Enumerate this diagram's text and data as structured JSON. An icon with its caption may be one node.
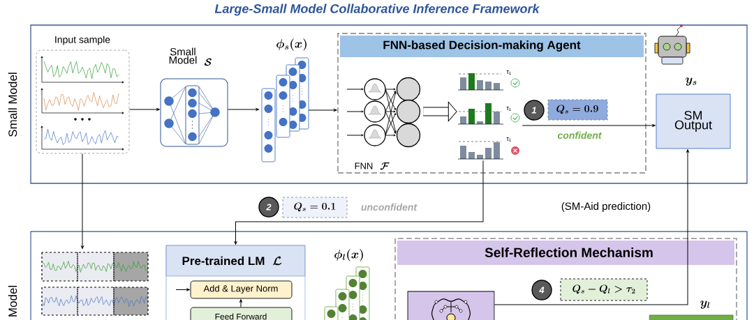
{
  "diagram": {
    "title": "Large-Small Model Collaborative Inference Framework",
    "nodes": [
      {
        "text": [
          "Small Model"
        ]
      },
      {
        "text": [
          "Input sample"
        ],
        "in": 0
      },
      {
        "text": [
          "Small Model",
          "\\boldsymbol{\\mathcal{S}}"
        ],
        "in": 0
      },
      {
        "text": [
          "\\boldsymbol{\\phi_s(x)}"
        ],
        "in": 0
      },
      {
        "text": [
          "FNN-based Decision-making Agent"
        ],
        "in": 0
      },
      {
        "text": [
          "FNN",
          "\\boldsymbol{\\mathcal{F}}"
        ],
        "in": 4
      },
      {
        "text": [],
        "shape": "picture",
        "in": 4
      },
      {
        "text": [
          "1"
        ],
        "in": 4
      },
      {
        "text": [
          "\\boldsymbol{Q_s = 0.9}"
        ],
        "in": 4
      },
      {
        "text": [
          "SM Output"
        ],
        "beside": [
          "\\boldsymbol{y_s}"
        ],
        "in": 0
      },
      {
        "text": [
          "2"
        ]
      },
      {
        "text": [
          "\\boldsymbol{Q_s = 0.1}"
        ]
      },
      {
        "text": [
          "Model"
        ]
      },
      {
        "text": [],
        "shape": "picture",
        "in": 12
      },
      {
        "text": [
          "Pre-trained LM",
          "\\boldsymbol{\\mathcal{L}}"
        ],
        "in": 12
      },
      {
        "text": [
          "Add & Layer Norm"
        ],
        "in": 14
      },
      {
        "text": [
          "Feed Forward"
        ],
        "in": 14
      },
      {
        "text": [
          "\\boldsymbol{\\phi_l(x)}"
        ],
        "in": 12
      },
      {
        "text": [
          "Self-Reflection Mechanism"
        ],
        "in": 12
      },
      {
        "text": [],
        "shape": "picture",
        "in": 18
      },
      {
        "text": [
          "4"
        ],
        "in": 18
      },
      {
        "text": [
          "\\boldsymbol{Q_s - Q_l > \\tau_2}"
        ],
        "in": 18
      },
      {
        "text": [],
        "shape": "box",
        "beside": [
          "\\boldsymbol{y_l}"
        ],
        "in": 18
      }
    ],
    "edges": [
      {
        "from": 1,
        "to": 2,
        "arrow": "to"
      },
      {
        "from": 2,
        "to": 3,
        "arrow": "to"
      },
      {
        "from": 3,
        "to": 4,
        "arrow": "to"
      },
      {
        "from": 6,
        "to": 9,
        "arrow": "to",
        "label": "confident"
      },
      {
        "from": 6,
        "to": 14,
        "arrow": "to",
        "label": "unconfident"
      },
      {
        "from": 1,
        "to": 13,
        "arrow": "to"
      },
      {
        "from": 19,
        "to": 9,
        "arrow": "to",
        "label": "(SM-Aid prediction)"
      },
      {
        "from": 16,
        "to": 15,
        "arrow": "to"
      },
      {
        "from": null,
        "to": 15,
        "arrow": "to"
      },
      {
        "from": 5,
        "to": 6,
        "arrow": "to",
        "style": "thick"
      }
    ],
    "labels": [
      "τ$_{1}$",
      "τ$_{1}$",
      "τ$_{1}$"
    ]
  }
}
